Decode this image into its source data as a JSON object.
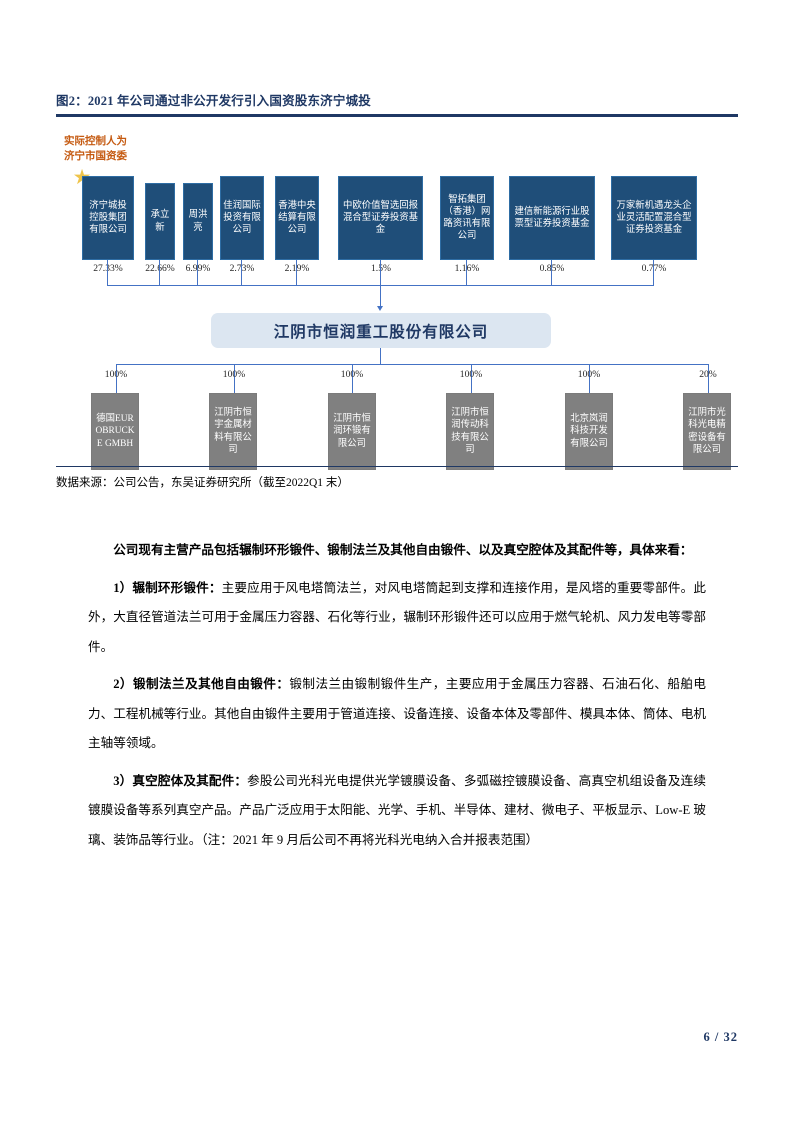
{
  "figure": {
    "caption": "图2：2021 年公司通过非公开发行引入国资股东济宁城投",
    "control_note_line1": "实际控制人为",
    "control_note_line2": "济宁市国资委",
    "star_glyph": "★",
    "shareholders": [
      {
        "name": "济宁城投控股集团有限公司",
        "pct": "27.33%"
      },
      {
        "name": "承立新",
        "pct": "22.66%"
      },
      {
        "name": "周洪亮",
        "pct": "6.99%"
      },
      {
        "name": "佳润国际投资有限公司",
        "pct": "2.73%"
      },
      {
        "name": "香港中央结算有限公司",
        "pct": "2.19%"
      },
      {
        "name": "中欧价值智选回报混合型证券投资基金",
        "pct": "1.5%"
      },
      {
        "name": "智拓集团（香港）网路资讯有限公司",
        "pct": "1.16%"
      },
      {
        "name": "建信新能源行业股票型证券投资基金",
        "pct": "0.85%"
      },
      {
        "name": "万家新机遇龙头企业灵活配置混合型证券投资基金",
        "pct": "0.77%"
      }
    ],
    "company": "江阴市恒润重工股份有限公司",
    "subsidiaries": [
      {
        "name": "德国EUROBRUCKE GMBH",
        "pct": "100%"
      },
      {
        "name": "江阴市恒宇金属材料有限公司",
        "pct": "100%"
      },
      {
        "name": "江阴市恒润环锻有限公司",
        "pct": "100%"
      },
      {
        "name": "江阴市恒润传动科技有限公司",
        "pct": "100%"
      },
      {
        "name": "北京岚润科技开发有限公司",
        "pct": "100%"
      },
      {
        "name": "江阴市光科光电精密设备有限公司",
        "pct": "20%"
      }
    ],
    "source_note": "数据来源：公司公告，东吴证券研究所（截至2022Q1 末）",
    "colors": {
      "header_blue": "#1F3864",
      "shareholder_box": "#1F4E79",
      "company_box": "#DCE6F1",
      "subsidiary_box": "#808080",
      "connector": "#4472C4",
      "star": "#EFC44A",
      "control_note": "#C55A11"
    }
  },
  "body": {
    "lead": "公司现有主营产品包括辗制环形锻件、锻制法兰及其他自由锻件、以及真空腔体及其配件等，具体来看：",
    "items": [
      {
        "label": "1）辗制环形锻件：",
        "text": "主要应用于风电塔筒法兰，对风电塔筒起到支撑和连接作用，是风塔的重要零部件。此外，大直径管道法兰可用于金属压力容器、石化等行业，辗制环形锻件还可以应用于燃气轮机、风力发电等零部件。"
      },
      {
        "label": "2）锻制法兰及其他自由锻件：",
        "text": "锻制法兰由锻制锻件生产，主要应用于金属压力容器、石油石化、船舶电力、工程机械等行业。其他自由锻件主要用于管道连接、设备连接、设备本体及零部件、模具本体、筒体、电机主轴等领域。"
      },
      {
        "label": "3）真空腔体及其配件：",
        "text": "参股公司光科光电提供光学镀膜设备、多弧磁控镀膜设备、高真空机组设备及连续镀膜设备等系列真空产品。产品广泛应用于太阳能、光学、手机、半导体、建材、微电子、平板显示、Low-E 玻璃、装饰品等行业。（注：2021 年 9 月后公司不再将光科光电纳入合并报表范围）"
      }
    ]
  },
  "footer": {
    "page": "6 / 32"
  }
}
